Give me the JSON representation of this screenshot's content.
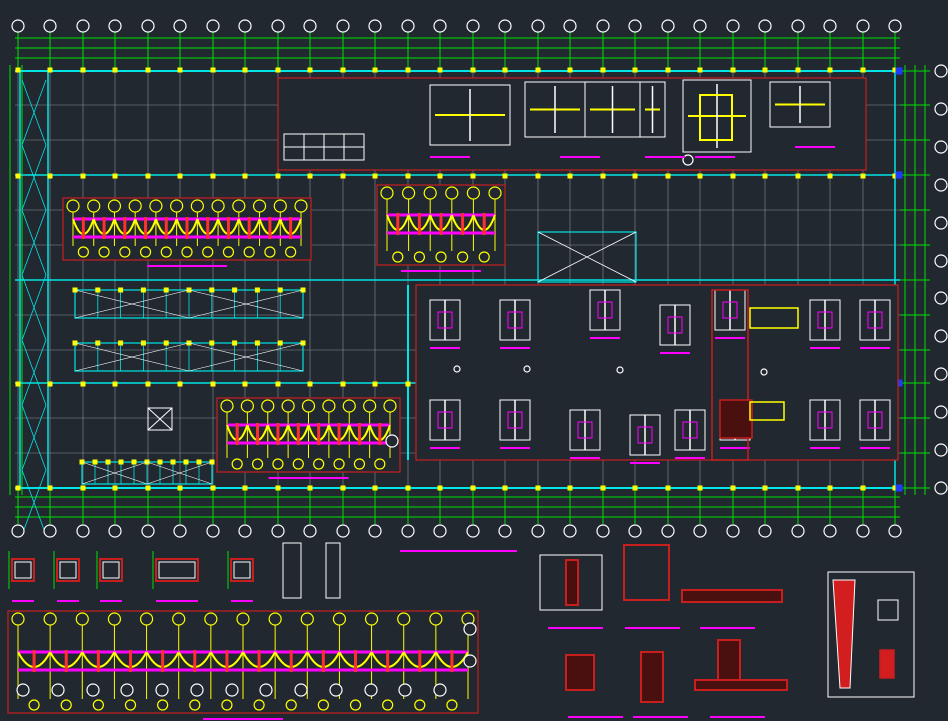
{
  "drawing": {
    "background": "#212830",
    "colors": {
      "axis_grid": "#00e000",
      "beam": "#00e5e5",
      "red_frame": "#c81e1e",
      "yellow": "#ffff00",
      "white": "#ffffff",
      "magenta": "#ff00ff",
      "grey_grid": "#8a8f96",
      "blue_marker": "#1c3cff"
    },
    "axis_bubble_count_top": 28,
    "axis_bubble_count_right": 12,
    "axis_bubble_count_bottom": 28
  }
}
